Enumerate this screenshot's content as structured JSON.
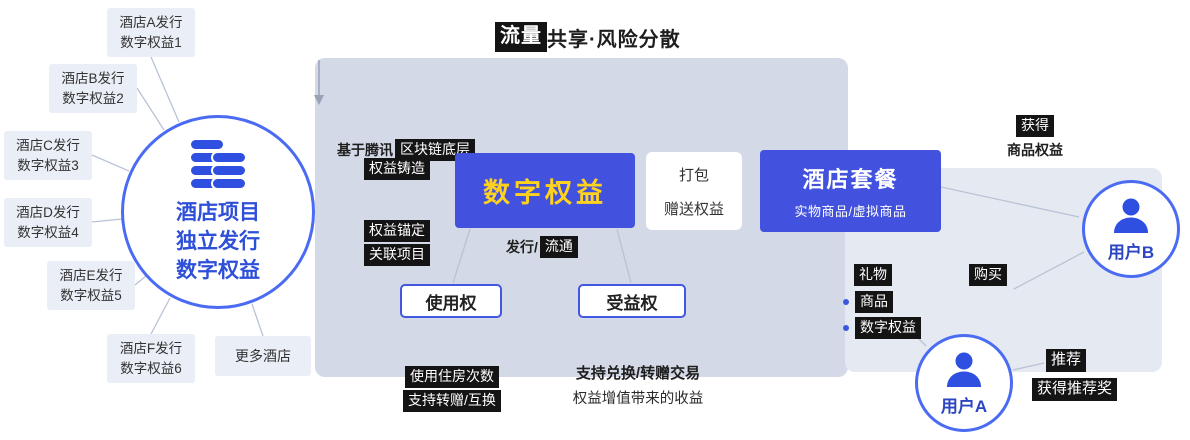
{
  "title": {
    "highlight": "流量",
    "rest": "共享·风险分散"
  },
  "hotels": [
    {
      "line1": "酒店A发行",
      "line2": "数字权益1"
    },
    {
      "line1": "酒店B发行",
      "line2": "数字权益2"
    },
    {
      "line1": "酒店C发行",
      "line2": "数字权益3"
    },
    {
      "line1": "酒店D发行",
      "line2": "数字权益4"
    },
    {
      "line1": "酒店E发行",
      "line2": "数字权益5"
    },
    {
      "line1": "酒店F发行",
      "line2": "数字权益6"
    }
  ],
  "more_hotels": "更多酒店",
  "issuer": {
    "line1": "酒店项目",
    "line2": "独立发行",
    "line3": "数字权益"
  },
  "platform": {
    "base_normal": "基于腾讯",
    "base_highlight": "区块链底层",
    "mint": "权益铸造",
    "digital_rights": "数字权益",
    "anchor_line1": "权益锚定",
    "anchor_line2": "关联项目",
    "issue": "发行/",
    "circulate": "流通",
    "package_line1": "打包",
    "package_line2": "赠送权益",
    "hotel_package_title": "酒店套餐",
    "hotel_package_subtitle": "实物商品/虚拟商品",
    "usage_right": "使用权",
    "benefit_right": "受益权",
    "usage_note_line1": "使用住房次数",
    "usage_note_line2": "支持转赠/互换",
    "benefit_note_line1": "支持兑换/转赠交易",
    "benefit_note_line2": "权益增值带来的收益"
  },
  "users": {
    "obtain_highlight": "获得",
    "obtain_rest": "商品权益",
    "user_b": "用户B",
    "gift": "礼物",
    "buy": "购买",
    "goods": [
      "商品",
      "数字权益"
    ],
    "user_a": "用户A",
    "recommend": "推荐",
    "reward": "获得推荐奖"
  },
  "icons": {
    "issuer": "coins-stack-icon",
    "user": "user-icon"
  },
  "colors": {
    "accent_blue": "#4352DE",
    "circle_border": "#4A6BF2",
    "digital_rights_text": "#FFD21E",
    "panel_main": "#D3D9E6",
    "panel_light": "#E4E9F2",
    "hotel_box_bg": "#EAEEF6",
    "highlight_bg": "#141414",
    "issuer_text": "#2E4FD8"
  }
}
